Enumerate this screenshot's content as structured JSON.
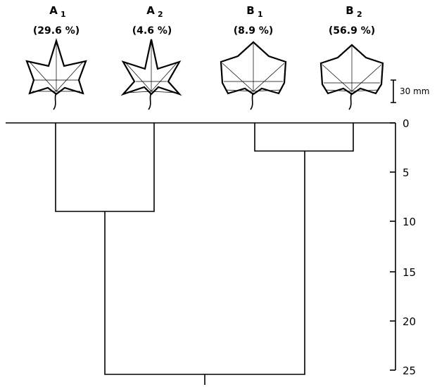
{
  "figure": {
    "clusters": [
      {
        "id": "A1",
        "letter": "A",
        "sub": "1",
        "percent": "(29.6 %)",
        "leaf_shape": "lobed-deep"
      },
      {
        "id": "A2",
        "letter": "A",
        "sub": "2",
        "percent": "(4.6 %)",
        "leaf_shape": "lobed-narrow"
      },
      {
        "id": "B1",
        "letter": "B",
        "sub": "1",
        "percent": "(8.9 %)",
        "leaf_shape": "lobed-shallow"
      },
      {
        "id": "B2",
        "letter": "B",
        "sub": "2",
        "percent": "(56.9 %)",
        "leaf_shape": "lobed-broad"
      }
    ],
    "scale_bar_label": "30 mm",
    "axis": {
      "ticks": [
        "0",
        "5",
        "10",
        "15",
        "20",
        "25"
      ],
      "min": 0,
      "max": 25
    },
    "dendrogram": {
      "merges": [
        {
          "left": "B1",
          "right": "B2",
          "height": 3
        },
        {
          "left": "A1",
          "right": "A2",
          "height": 9
        },
        {
          "left": "A",
          "right": "B",
          "height": 25
        }
      ]
    }
  }
}
